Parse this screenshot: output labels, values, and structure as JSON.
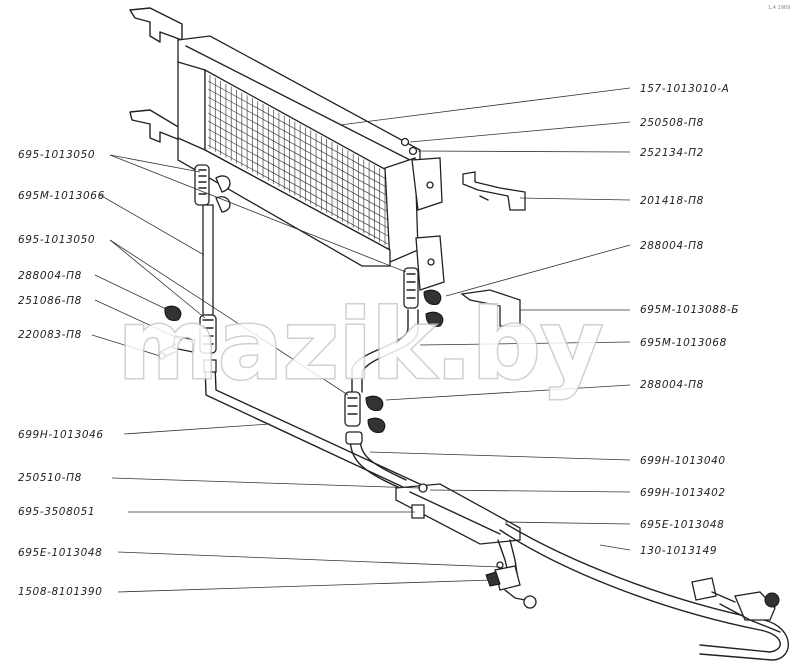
{
  "watermark": "mazik.by",
  "corner_mark": "1,4 1969",
  "labels": {
    "p1": "157-1013010-А",
    "p2": "250508-П8",
    "p3": "252134-П2",
    "p4": "201418-П8",
    "p5": "288004-П8",
    "p6": "695М-1013088-Б",
    "p7": "695М-1013068",
    "p8": "288004-П8",
    "p9": "699Н-1013040",
    "p10": "699Н-1013402",
    "p11": "695Е-1013048",
    "p12": "130-1013149",
    "l1": "695-1013050",
    "l2": "695М-1013066",
    "l3": "695-1013050",
    "l4": "288004-П8",
    "l5": "251086-П8",
    "l6": "220083-П8",
    "l7": "699Н-1013046",
    "l8": "250510-П8",
    "l9": "695-3508051",
    "l10": "695Е-1013048",
    "l11": "1508-8101390"
  }
}
